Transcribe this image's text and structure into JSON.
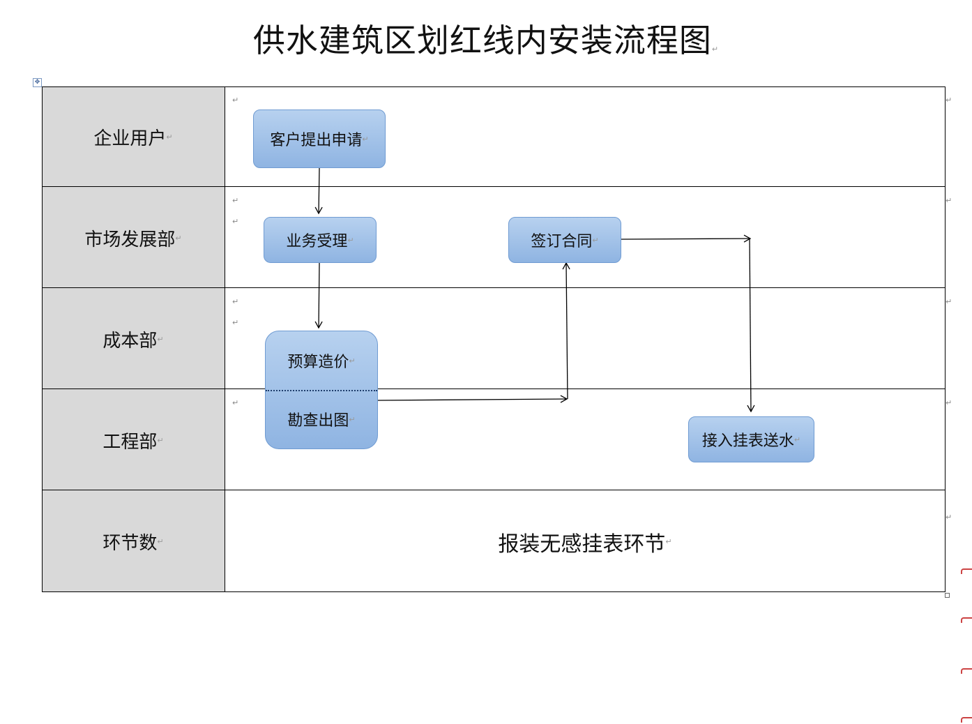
{
  "title": "供水建筑区划红线内安装流程图",
  "paragraph_mark": "↵",
  "move_handle_icon": "move-handle-icon",
  "lanes": [
    {
      "label": "企业用户"
    },
    {
      "label": "市场发展部"
    },
    {
      "label": "成本部"
    },
    {
      "label": "工程部"
    },
    {
      "label": "环节数"
    }
  ],
  "steps": {
    "apply": "客户提出申请",
    "accept": "业务受理",
    "contract": "签订合同",
    "budget": "预算造价",
    "survey": "勘查出图",
    "connect": "接入挂表送水"
  },
  "footer": "报装无感挂表环节",
  "colors": {
    "lane_fill": "#d9d9d9",
    "box_fill_top": "#b7d1ef",
    "box_fill_bottom": "#8fb4e2",
    "box_border": "#6f9bd2",
    "revision_mark": "#cc4444"
  }
}
